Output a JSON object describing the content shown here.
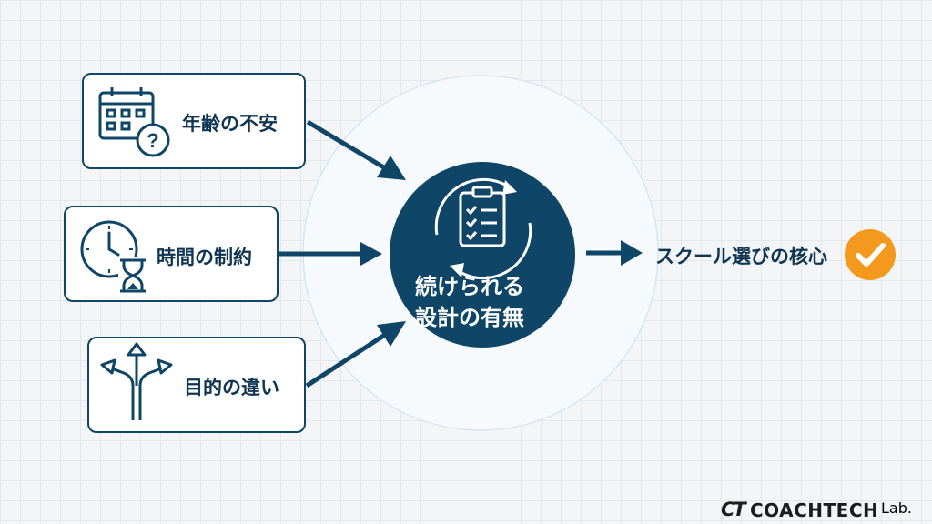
{
  "factors": [
    {
      "label": "年齢の不安",
      "icon": "calendar-question-icon"
    },
    {
      "label": "時間の制約",
      "icon": "clock-hourglass-icon"
    },
    {
      "label": "目的の違い",
      "icon": "branching-arrows-icon"
    }
  ],
  "hub": {
    "line1": "続けられる",
    "line2": "設計の有無",
    "icon": "clipboard-cycle-icon"
  },
  "result": {
    "label": "スクール選びの核心",
    "icon": "check-circle-icon"
  },
  "brand": {
    "mark": "CT",
    "name": "COACHTECH",
    "suffix": "Lab."
  },
  "colors": {
    "navy": "#0f4566",
    "accent": "#f39a1e",
    "background": "#f3f5f7"
  }
}
